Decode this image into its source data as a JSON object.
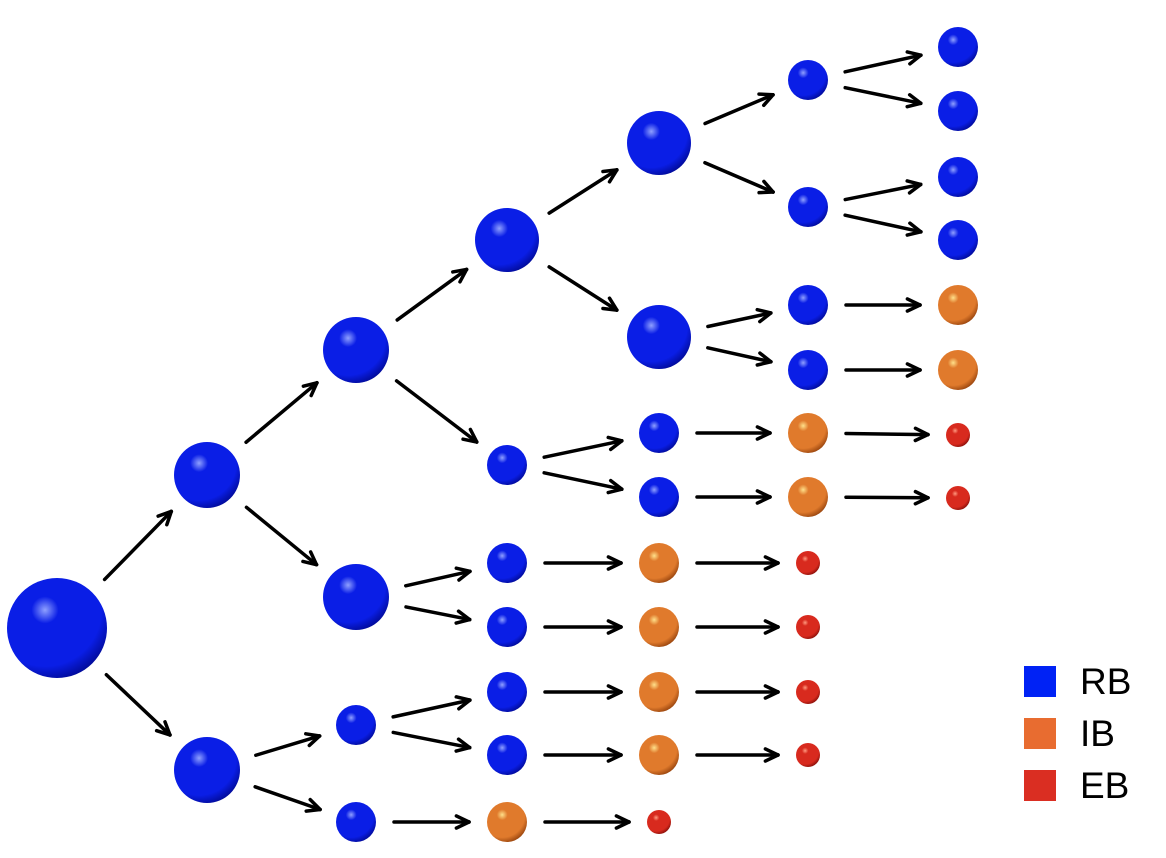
{
  "legend": [
    {
      "label": "RB",
      "color": "#0022f5"
    },
    {
      "label": "IB",
      "color": "#e86c30"
    },
    {
      "label": "EB",
      "color": "#da2e22"
    }
  ],
  "node_types": {
    "RB": {
      "base": "#0a1ee6",
      "light": "#8fa0ff",
      "dark": "#00078a"
    },
    "IB": {
      "base": "#e07a2c",
      "light": "#ffe08a",
      "dark": "#8a3a08"
    },
    "EB": {
      "base": "#d82a1e",
      "light": "#ff9a80",
      "dark": "#7a0a05"
    }
  },
  "tree": {
    "nodes": [
      {
        "id": "n0",
        "type": "RB",
        "parent": null
      },
      {
        "id": "n1",
        "type": "RB",
        "parent": "n0"
      },
      {
        "id": "n2",
        "type": "RB",
        "parent": "n0"
      },
      {
        "id": "n3",
        "type": "RB",
        "parent": "n1"
      },
      {
        "id": "n4",
        "type": "RB",
        "parent": "n1"
      },
      {
        "id": "n5",
        "type": "RB",
        "parent": "n2"
      },
      {
        "id": "n6",
        "type": "RB",
        "parent": "n2"
      },
      {
        "id": "n7",
        "type": "RB",
        "parent": "n3"
      },
      {
        "id": "n8",
        "type": "RB",
        "parent": "n3"
      },
      {
        "id": "n9",
        "type": "RB",
        "parent": "n4"
      },
      {
        "id": "n10",
        "type": "RB",
        "parent": "n4"
      },
      {
        "id": "n11",
        "type": "RB",
        "parent": "n5"
      },
      {
        "id": "n12",
        "type": "RB",
        "parent": "n5"
      },
      {
        "id": "n13",
        "type": "IB",
        "parent": "n6"
      },
      {
        "id": "n14",
        "type": "RB",
        "parent": "n7"
      },
      {
        "id": "n15",
        "type": "RB",
        "parent": "n7"
      },
      {
        "id": "n16",
        "type": "RB",
        "parent": "n8"
      },
      {
        "id": "n17",
        "type": "RB",
        "parent": "n8"
      },
      {
        "id": "n18",
        "type": "IB",
        "parent": "n9"
      },
      {
        "id": "n19",
        "type": "IB",
        "parent": "n10"
      },
      {
        "id": "n20",
        "type": "IB",
        "parent": "n11"
      },
      {
        "id": "n21",
        "type": "IB",
        "parent": "n12"
      },
      {
        "id": "n22",
        "type": "EB",
        "parent": "n13"
      },
      {
        "id": "n23",
        "type": "RB",
        "parent": "n14"
      },
      {
        "id": "n24",
        "type": "RB",
        "parent": "n14"
      },
      {
        "id": "n25",
        "type": "RB",
        "parent": "n15"
      },
      {
        "id": "n26",
        "type": "RB",
        "parent": "n15"
      },
      {
        "id": "n27",
        "type": "IB",
        "parent": "n16"
      },
      {
        "id": "n28",
        "type": "IB",
        "parent": "n17"
      },
      {
        "id": "n29",
        "type": "EB",
        "parent": "n18"
      },
      {
        "id": "n30",
        "type": "EB",
        "parent": "n19"
      },
      {
        "id": "n31",
        "type": "EB",
        "parent": "n20"
      },
      {
        "id": "n32",
        "type": "EB",
        "parent": "n21"
      },
      {
        "id": "n33",
        "type": "RB",
        "parent": "n23"
      },
      {
        "id": "n34",
        "type": "RB",
        "parent": "n23"
      },
      {
        "id": "n35",
        "type": "RB",
        "parent": "n24"
      },
      {
        "id": "n36",
        "type": "RB",
        "parent": "n24"
      },
      {
        "id": "n37",
        "type": "IB",
        "parent": "n25"
      },
      {
        "id": "n38",
        "type": "IB",
        "parent": "n26"
      },
      {
        "id": "n39",
        "type": "EB",
        "parent": "n27"
      },
      {
        "id": "n40",
        "type": "EB",
        "parent": "n28"
      }
    ]
  }
}
